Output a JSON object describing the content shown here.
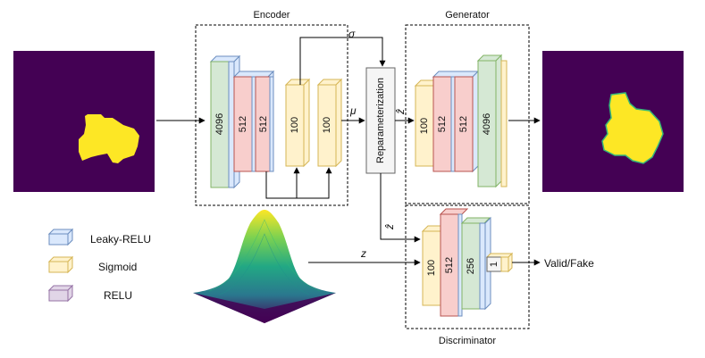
{
  "labels": {
    "encoder": "Encoder",
    "generator": "Generator",
    "discriminator": "Discriminator",
    "reparameterization": "Reparameterization",
    "sigma": "σ",
    "mu": "μ",
    "z_hat_top": "ẑ",
    "z_hat_bottom": "ẑ",
    "z": "z",
    "output": "Valid/Fake"
  },
  "encoder_layers": [
    "4096",
    "512",
    "512",
    "100",
    "100"
  ],
  "generator_layers": [
    "100",
    "512",
    "512",
    "4096"
  ],
  "discriminator_layers": [
    "100",
    "512",
    "256",
    "1"
  ],
  "legend": [
    {
      "label": "Leaky-RELU",
      "color": "#dae8fc",
      "stroke": "#6c8ebf"
    },
    {
      "label": "Sigmoid",
      "color": "#fff2cc",
      "stroke": "#d6b656"
    },
    {
      "label": "RELU",
      "color": "#e1d5e7",
      "stroke": "#9673a6"
    }
  ],
  "colors": {
    "dense_green": "#d5e8d4",
    "green_stroke": "#82b366",
    "dense_red": "#f8cecc",
    "red_stroke": "#b85450",
    "sigmoid_yellow": "#fff2cc",
    "yellow_stroke": "#d6b656",
    "leaky_blue": "#dae8fc",
    "blue_stroke": "#6c8ebf",
    "mask_background": "#440154",
    "mask_foreground": "#fde725"
  }
}
